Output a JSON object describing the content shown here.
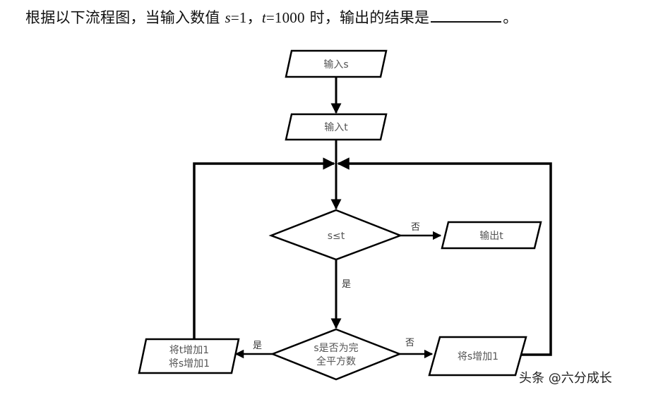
{
  "question": {
    "prefix": "根据以下流程图，当输入数值 ",
    "var_s": "s",
    "eq_s": "=1，",
    "var_t": "t",
    "eq_t": "=1000",
    "suffix": " 时，输出的结果是",
    "end": "。"
  },
  "flowchart": {
    "input_s": "输入s",
    "input_t": "输入t",
    "condition_1": "s≤t",
    "output_t": "输出t",
    "condition_2_line1": "s是否为完",
    "condition_2_line2": "全平方数",
    "increment_both_line1": "将t增加1",
    "increment_both_line2": "将s增加1",
    "increment_s": "将s增加1",
    "label_no_1": "否",
    "label_yes_1": "是",
    "label_yes_2": "是",
    "label_no_2": "否"
  },
  "watermark": "头条 @六分成长"
}
